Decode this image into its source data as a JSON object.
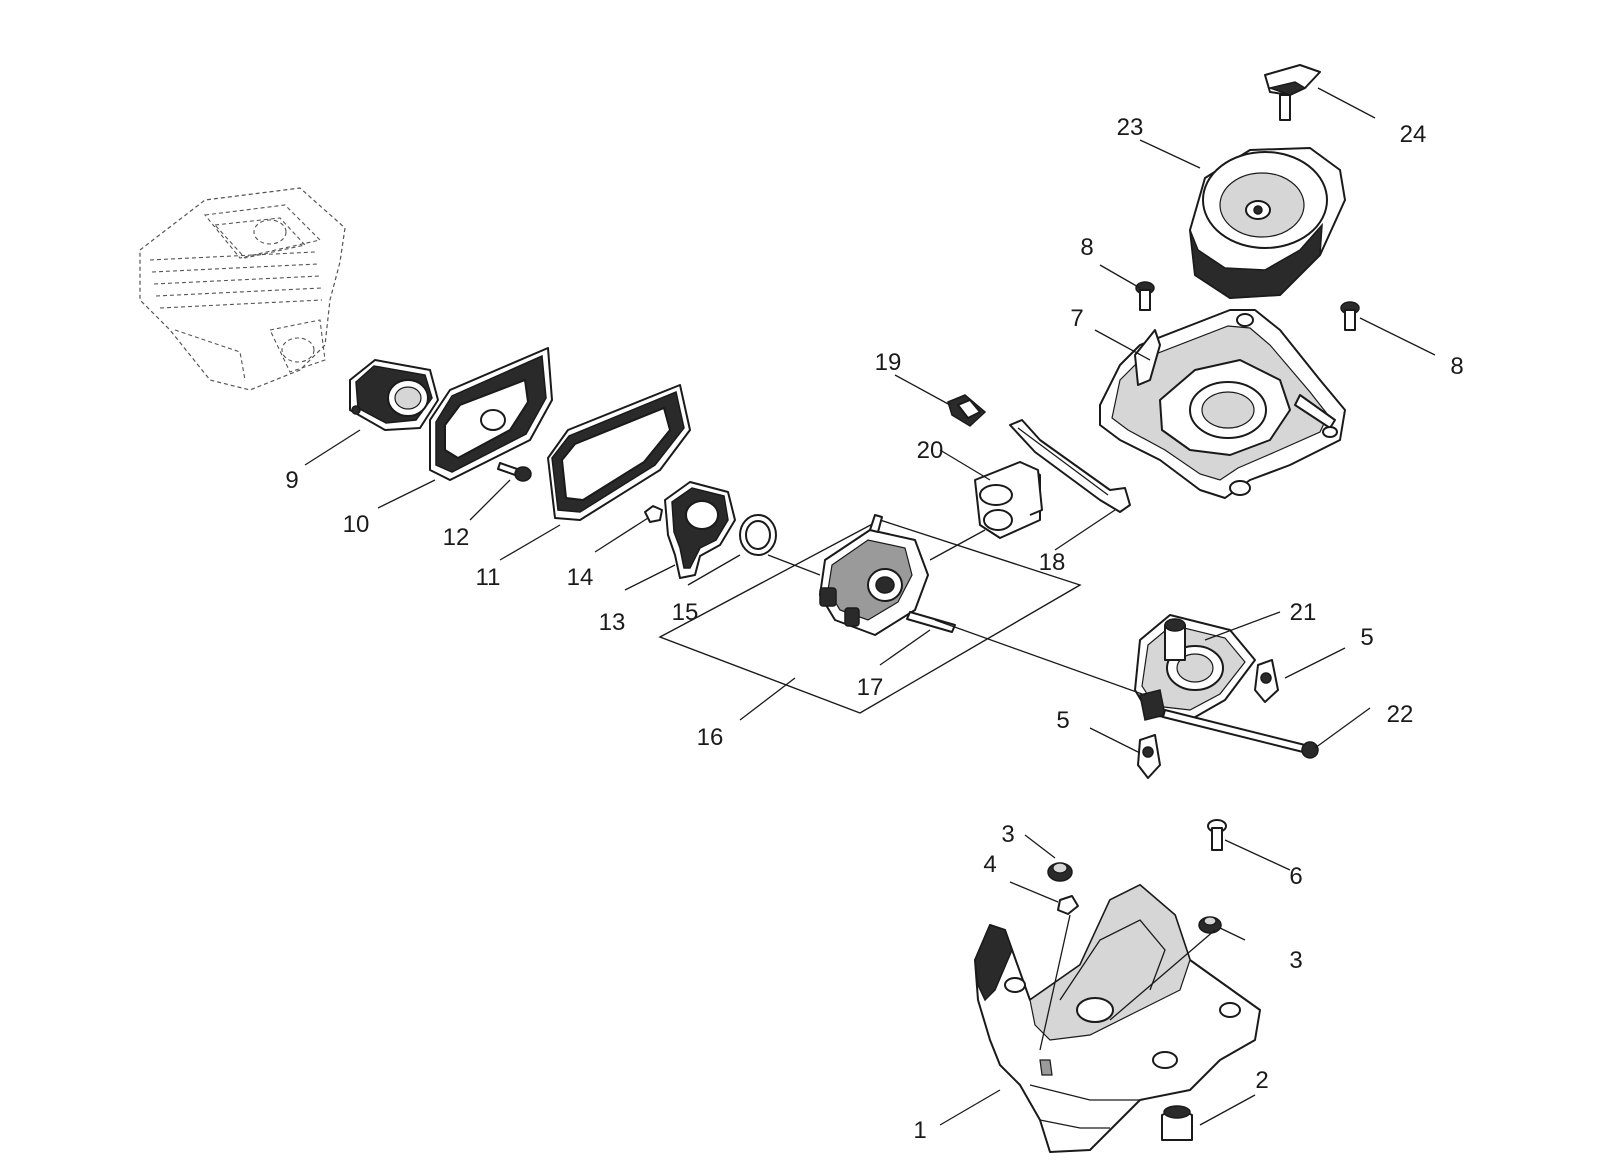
{
  "callouts": [
    "1",
    "2",
    "3",
    "3",
    "4",
    "5",
    "5",
    "6",
    "7",
    "8",
    "8",
    "9",
    "10",
    "11",
    "12",
    "13",
    "14",
    "15",
    "16",
    "17",
    "18",
    "19",
    "20",
    "21",
    "22",
    "23",
    "24"
  ]
}
